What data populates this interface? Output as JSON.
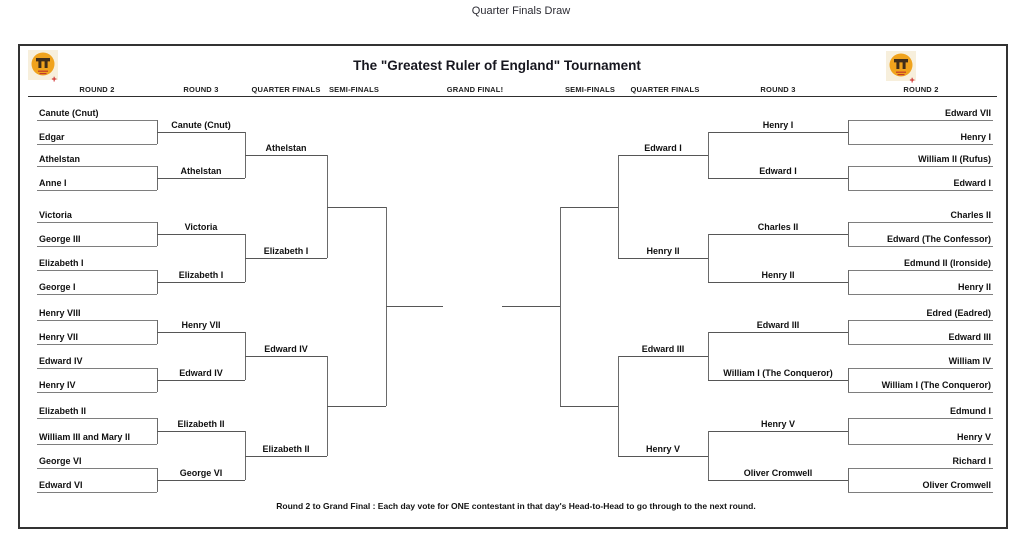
{
  "page": {
    "title": "Quarter Finals Draw"
  },
  "tournament": {
    "title": "The \"Greatest Ruler of England\" Tournament",
    "footnote": "Round 2 to Grand Final : Each day vote for ONE contestant in that day's Head-to-Head to go through to the next round.",
    "logo": {
      "icon": "crown-gate-icon",
      "circle_color": "#f0a31d",
      "glyph_color": "#3f2d1a",
      "plus_color": "#cc1f1f",
      "background": "#f7efdc"
    }
  },
  "column_headers": [
    "ROUND 2",
    "ROUND 3",
    "QUARTER FINALS",
    "SEMI-FINALS",
    "GRAND FINAL!",
    "SEMI-FINALS",
    "QUARTER FINALS",
    "ROUND 3",
    "ROUND 2"
  ],
  "bracket": {
    "left": {
      "round2": [
        [
          "Canute (Cnut)",
          "Edgar"
        ],
        [
          "Athelstan",
          "Anne I"
        ],
        [
          "Victoria",
          "George III"
        ],
        [
          "Elizabeth I",
          "George I"
        ],
        [
          "Henry VIII",
          "Henry VII"
        ],
        [
          "Edward IV",
          "Henry IV"
        ],
        [
          "Elizabeth II",
          "William III and Mary II"
        ],
        [
          "George VI",
          "Edward VI"
        ]
      ],
      "round3": [
        "Canute (Cnut)",
        "Athelstan",
        "Victoria",
        "Elizabeth I",
        "Henry VII",
        "Edward IV",
        "Elizabeth II",
        "George VI"
      ],
      "quarterfinals": [
        "Athelstan",
        "Elizabeth I",
        "Edward IV",
        "Elizabeth II"
      ]
    },
    "right": {
      "round2": [
        [
          "Edward VII",
          "Henry I"
        ],
        [
          "William II (Rufus)",
          "Edward I"
        ],
        [
          "Charles II",
          "Edward (The Confessor)"
        ],
        [
          "Edmund II (Ironside)",
          "Henry II"
        ],
        [
          "Edred (Eadred)",
          "Edward III"
        ],
        [
          "William IV",
          "William I (The Conqueror)"
        ],
        [
          "Edmund I",
          "Henry V"
        ],
        [
          "Richard I",
          "Oliver Cromwell"
        ]
      ],
      "round3": [
        "Henry I",
        "Edward I",
        "Charles II",
        "Henry II",
        "Edward III",
        "William I (The Conqueror)",
        "Henry V",
        "Oliver Cromwell"
      ],
      "quarterfinals": [
        "Edward I",
        "Henry II",
        "Edward III",
        "Henry V"
      ]
    }
  },
  "line_colors": {
    "slot": "#7e7e7e",
    "connector": "#565656",
    "border": "#323232"
  }
}
